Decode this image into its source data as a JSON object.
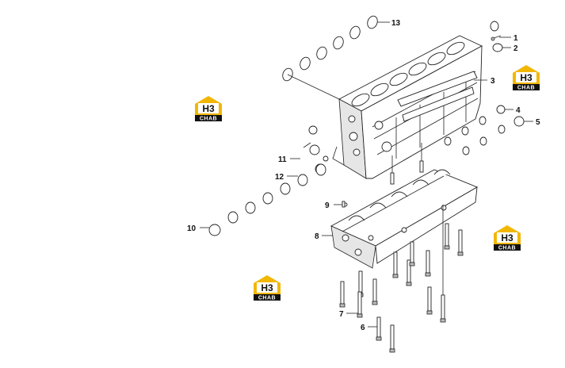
{
  "callouts": [
    {
      "id": "1",
      "label": "1"
    },
    {
      "id": "2",
      "label": "2"
    },
    {
      "id": "3",
      "label": "3"
    },
    {
      "id": "4",
      "label": "4"
    },
    {
      "id": "5",
      "label": "5"
    },
    {
      "id": "6",
      "label": "6"
    },
    {
      "id": "7",
      "label": "7"
    },
    {
      "id": "8",
      "label": "8"
    },
    {
      "id": "9",
      "label": "9"
    },
    {
      "id": "10",
      "label": "10"
    },
    {
      "id": "11",
      "label": "11"
    },
    {
      "id": "12",
      "label": "12"
    },
    {
      "id": "13",
      "label": "13"
    }
  ],
  "watermark": {
    "mark": "H3",
    "text": "CHAB",
    "colors": {
      "yellow": "#f2b705",
      "black": "#111111"
    }
  }
}
